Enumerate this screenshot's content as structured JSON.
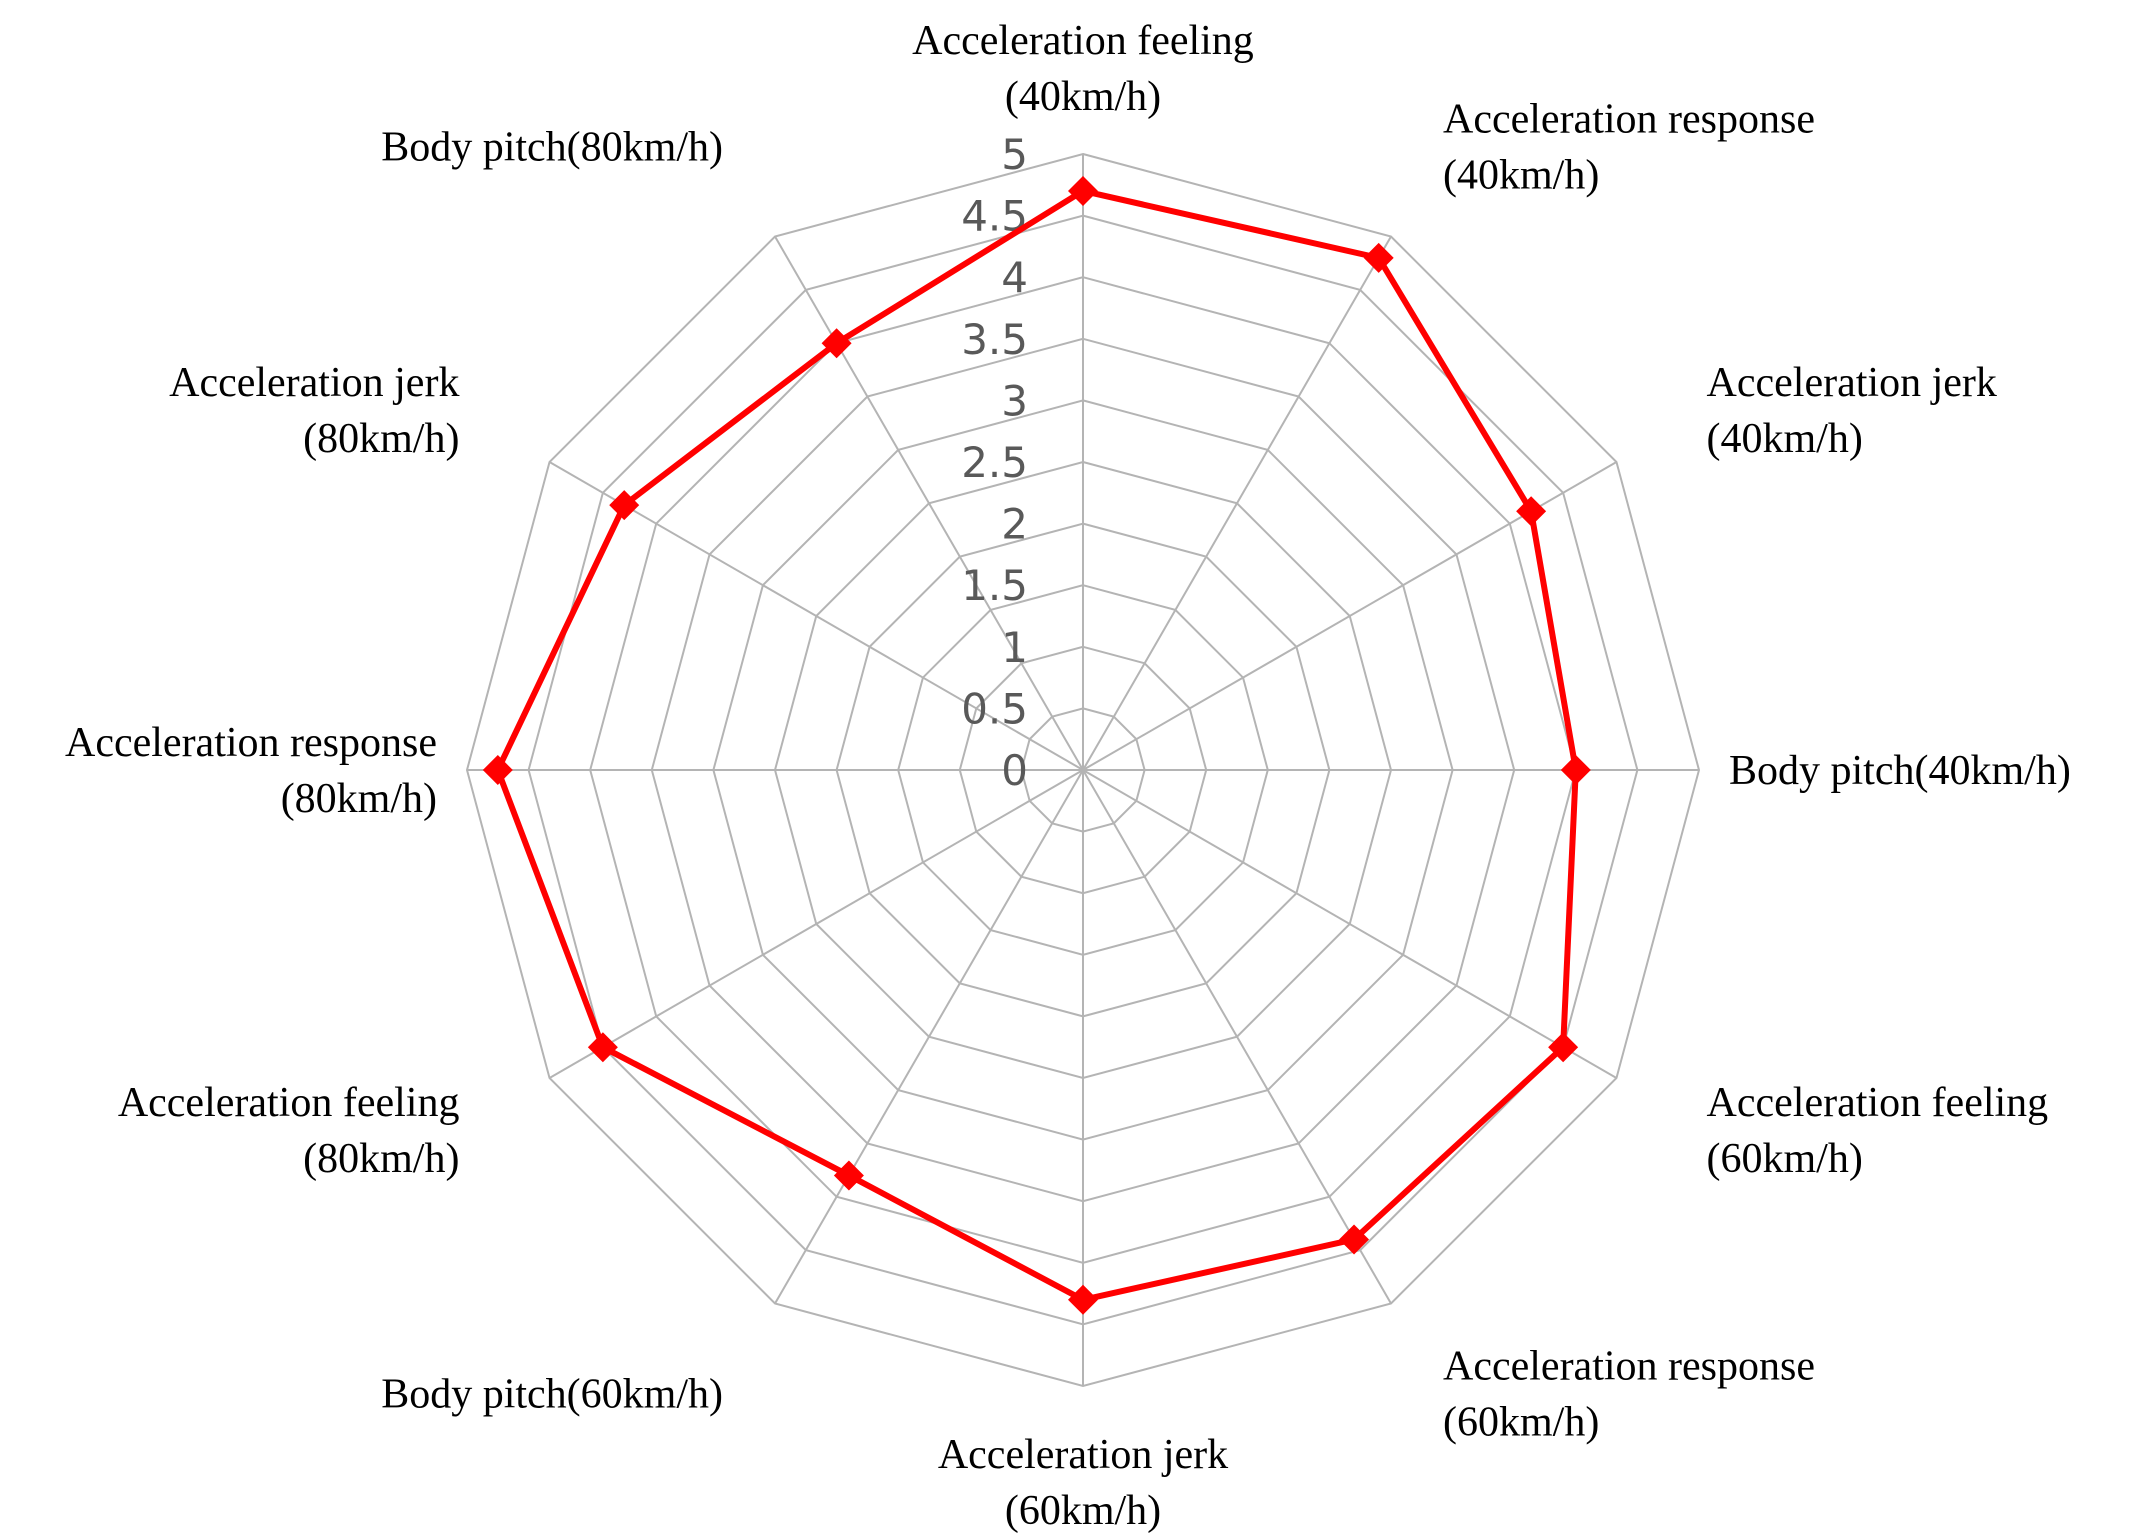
{
  "chart_data": {
    "type": "radar",
    "categories": [
      "Acceleration feeling (40km/h)",
      "Acceleration response (40km/h)",
      "Acceleration jerk (40km/h)",
      "Body pitch(40km/h)",
      "Acceleration feeling (60km/h)",
      "Acceleration response (60km/h)",
      "Acceleration jerk (60km/h)",
      "Body pitch(60km/h)",
      "Acceleration feeling (80km/h)",
      "Acceleration response (80km/h)",
      "Acceleration jerk (80km/h)",
      "Body pitch(80km/h)"
    ],
    "category_label_lines": [
      [
        "Acceleration feeling",
        "(40km/h)"
      ],
      [
        "Acceleration response",
        "(40km/h)"
      ],
      [
        "Acceleration jerk",
        "(40km/h)"
      ],
      [
        "Body pitch(40km/h)"
      ],
      [
        "Acceleration feeling",
        "(60km/h)"
      ],
      [
        "Acceleration response",
        "(60km/h)"
      ],
      [
        "Acceleration jerk",
        "(60km/h)"
      ],
      [
        "Body pitch(60km/h)"
      ],
      [
        "Acceleration feeling",
        "(80km/h)"
      ],
      [
        "Acceleration response",
        "(80km/h)"
      ],
      [
        "Acceleration jerk",
        "(80km/h)"
      ],
      [
        "Body pitch(80km/h)"
      ]
    ],
    "series": [
      {
        "values": [
          4.7,
          4.8,
          4.2,
          4.0,
          4.5,
          4.4,
          4.3,
          3.8,
          4.5,
          4.75,
          4.3,
          4.0
        ],
        "color": "#ff0000",
        "marker": "diamond"
      }
    ],
    "r_ticks": [
      "0",
      "0.5",
      "1",
      "1.5",
      "2",
      "2.5",
      "3",
      "3.5",
      "4",
      "4.5",
      "5"
    ],
    "rlim": [
      0,
      5
    ],
    "grid_step": 0.5,
    "grid": true,
    "legend": "none"
  }
}
